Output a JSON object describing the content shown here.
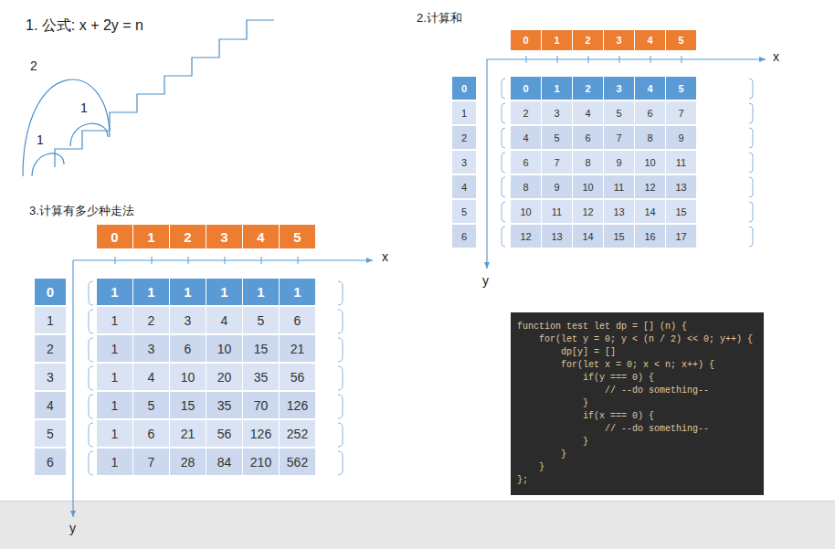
{
  "diagram": {
    "nodes": [
      {
        "text": [
          "function test let dp = [] (n) {",
          "    for(let y = 0; y < (n / 2) << 0; y++) {",
          "        dp[y] = []",
          "        for(let x = 0; x < n; x++) {",
          "            if(y === 0) {",
          "                // --do something--",
          "            }",
          "            if(x === 0) {",
          "                // --do something--",
          "            }",
          "        }",
          "    }",
          "};"
        ]
      }
    ],
    "labels": [
      "1. 公式: x + 2y = n",
      "2",
      "1",
      "1",
      "2.计算和",
      "0",
      "1",
      "2",
      "3",
      "4",
      "5",
      "x",
      "0",
      "1",
      "2",
      "3",
      "4",
      "5",
      "6",
      "0",
      "1",
      "2",
      "3",
      "4",
      "5",
      "2",
      "3",
      "4",
      "5",
      "6",
      "7",
      "4",
      "5",
      "6",
      "7",
      "8",
      "9",
      "6",
      "7",
      "8",
      "9",
      "10",
      "11",
      "8",
      "9",
      "10",
      "11",
      "12",
      "13",
      "10",
      "11",
      "12",
      "13",
      "14",
      "15",
      "12",
      "13",
      "14",
      "15",
      "16",
      "17",
      "y",
      "3.计算有多少种走法",
      "0",
      "1",
      "2",
      "3",
      "4",
      "5",
      "x",
      "0",
      "1",
      "2",
      "3",
      "4",
      "5",
      "6",
      "1",
      "1",
      "1",
      "1",
      "1",
      "1",
      "1",
      "2",
      "3",
      "4",
      "5",
      "6",
      "1",
      "3",
      "6",
      "10",
      "15",
      "21",
      "1",
      "4",
      "10",
      "20",
      "35",
      "56",
      "1",
      "5",
      "15",
      "35",
      "70",
      "126",
      "1",
      "6",
      "21",
      "56",
      "126",
      "252",
      "1",
      "7",
      "28",
      "84",
      "210",
      "562",
      "y"
    ]
  }
}
